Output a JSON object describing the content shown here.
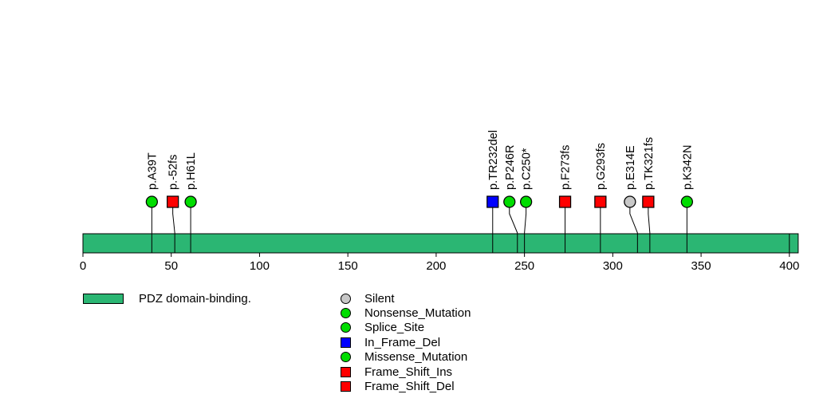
{
  "chart_data": {
    "type": "lollipop",
    "description": "Protein mutation lollipop plot over a single domain track",
    "x_axis": {
      "ticks": [
        0,
        50,
        100,
        150,
        200,
        250,
        300,
        350,
        400
      ],
      "xlim": [
        0,
        405
      ]
    },
    "protein_length_aa": 405,
    "domains": [
      {
        "name": "PDZ domain-binding.",
        "start": 0,
        "end": 400,
        "color": "#2BB673"
      }
    ],
    "mutations": [
      {
        "label": "p.A39T",
        "pos": 39,
        "shape": "circle",
        "color": "#00DD00",
        "label_offset": 0
      },
      {
        "label": "p.-52fs",
        "pos": 52,
        "shape": "square",
        "color": "#FF0000",
        "label_offset": -2.5
      },
      {
        "label": "p.H61L",
        "pos": 61,
        "shape": "circle",
        "color": "#00DD00",
        "label_offset": 0
      },
      {
        "label": "p.TR232del",
        "pos": 232,
        "shape": "square",
        "color": "#0000FF",
        "label_offset": 0
      },
      {
        "label": "p.P246R",
        "pos": 246,
        "shape": "circle",
        "color": "#00DD00",
        "label_offset": -10
      },
      {
        "label": "p.C250*",
        "pos": 250,
        "shape": "circle",
        "color": "#00DD00",
        "label_offset": 2
      },
      {
        "label": "p.F273fs",
        "pos": 273,
        "shape": "square",
        "color": "#FF0000",
        "label_offset": 0
      },
      {
        "label": "p.G293fs",
        "pos": 293,
        "shape": "square",
        "color": "#FF0000",
        "label_offset": 0
      },
      {
        "label": "p.E314E",
        "pos": 314,
        "shape": "circle",
        "color": "#C8C8C8",
        "label_offset": -9.5
      },
      {
        "label": "p.TK321fs",
        "pos": 321,
        "shape": "square",
        "color": "#FF0000",
        "label_offset": -2
      },
      {
        "label": "p.K342N",
        "pos": 342,
        "shape": "circle",
        "color": "#00DD00",
        "label_offset": 0
      }
    ],
    "domain_legend": {
      "label": "PDZ domain-binding.",
      "color": "#2BB673"
    },
    "mutation_legend": {
      "items": [
        {
          "label": "Silent",
          "shape": "circle",
          "color": "#C8C8C8"
        },
        {
          "label": "Nonsense_Mutation",
          "shape": "circle",
          "color": "#00DD00"
        },
        {
          "label": "Splice_Site",
          "shape": "circle",
          "color": "#00DD00"
        },
        {
          "label": "In_Frame_Del",
          "shape": "square",
          "color": "#0000FF"
        },
        {
          "label": "Missense_Mutation",
          "shape": "circle",
          "color": "#00DD00"
        },
        {
          "label": "Frame_Shift_Ins",
          "shape": "square",
          "color": "#FF0000"
        },
        {
          "label": "Frame_Shift_Del",
          "shape": "square",
          "color": "#FF0000"
        }
      ]
    },
    "colors": {
      "domain_fill": "#2BB673",
      "marker_green": "#00DD00",
      "marker_red": "#FF0000",
      "marker_blue": "#0000FF",
      "marker_gray": "#C8C8C8",
      "stroke": "#000000",
      "background": "#FFFFFF"
    }
  }
}
